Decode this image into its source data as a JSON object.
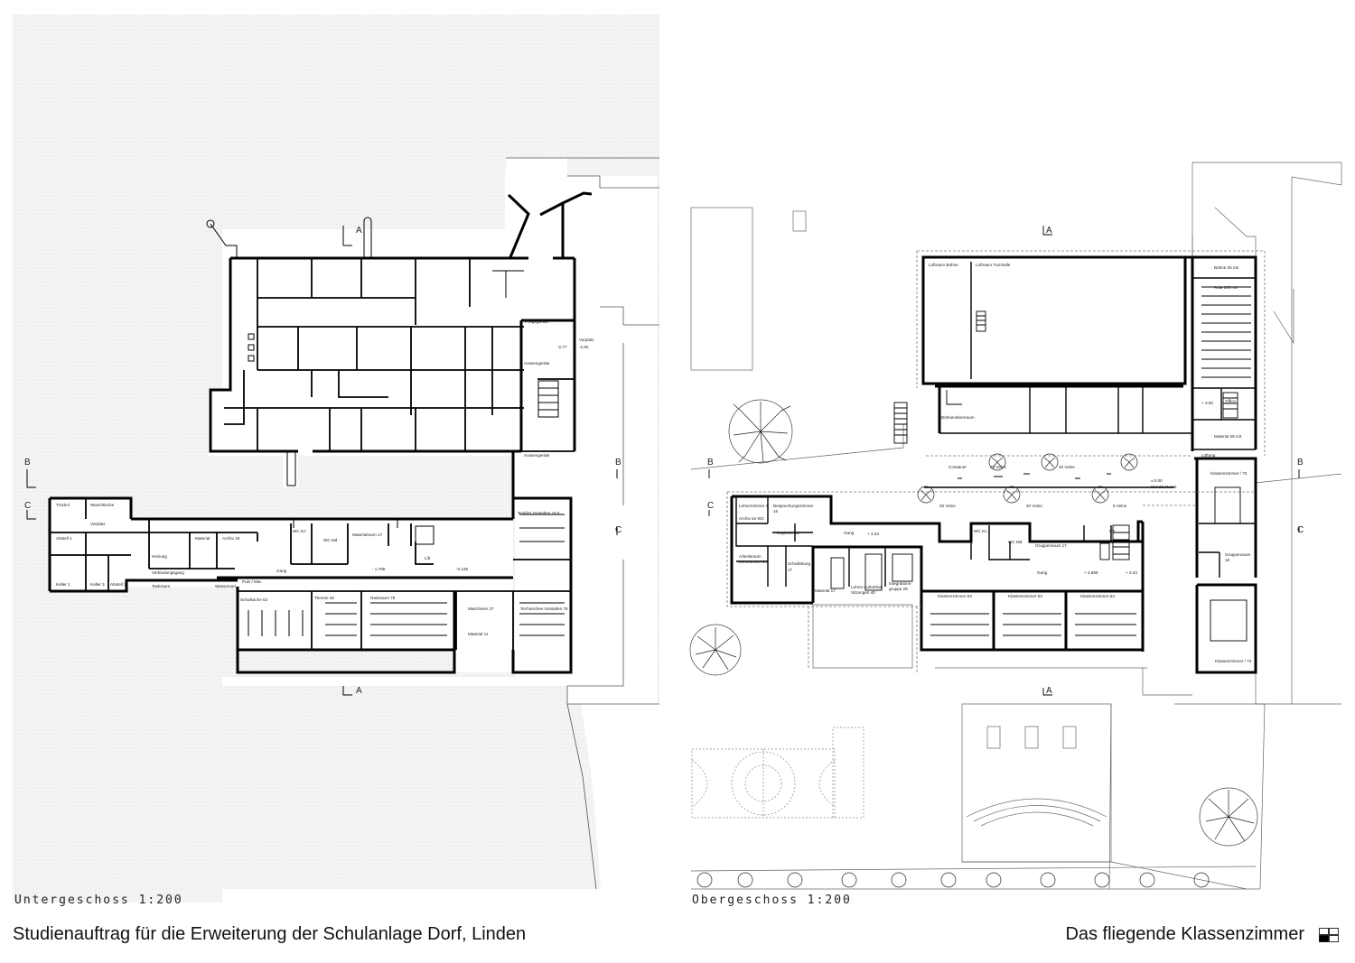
{
  "sheet": {
    "title": "Studienauftrag für die Erweiterung der Schulanlage Dorf, Linden",
    "project": "Das fliegende Klassenzimmer"
  },
  "plans": [
    {
      "caption": "Untergeschoss 1:200",
      "section_marks": [
        "A",
        "A",
        "B",
        "B",
        "C",
        "C"
      ],
      "rooms": [
        {
          "label": "Pflegegeräte"
        },
        {
          "label": "Vorplatz"
        },
        {
          "label": "-2.77"
        },
        {
          "label": "-2.82"
        },
        {
          "label": "Aussengeräte"
        },
        {
          "label": "Aussengeräte"
        },
        {
          "label": "Tröckni"
        },
        {
          "label": "Waschküche"
        },
        {
          "label": "Vorplatz"
        },
        {
          "label": "Abstell 1"
        },
        {
          "label": "Heizung"
        },
        {
          "label": "Material"
        },
        {
          "label": "Archiv 18"
        },
        {
          "label": "WC Kn"
        },
        {
          "label": "WC Md"
        },
        {
          "label": "Materialraum 17"
        },
        {
          "label": "Textiles Gestalten 74.5"
        },
        {
          "label": "Verbindungsgang"
        },
        {
          "label": "Gang"
        },
        {
          "label": "Keller 1"
        },
        {
          "label": "Keller 3"
        },
        {
          "label": "Abstell 2"
        },
        {
          "label": "Tankraum"
        },
        {
          "label": "Wasserverl."
        },
        {
          "label": "Putz / Mat."
        },
        {
          "label": "- 1.785"
        },
        {
          "label": "Lift"
        },
        {
          "label": "-0.135"
        },
        {
          "label": "Schulküche 62"
        },
        {
          "label": "Theorie 40"
        },
        {
          "label": "Nassraum 78"
        },
        {
          "label": "Maschinen 27"
        },
        {
          "label": "Material 11"
        },
        {
          "label": "Technisches Gestalten 78"
        }
      ]
    },
    {
      "caption": "Obergeschoss 1:200",
      "section_marks": [
        "A",
        "A",
        "B",
        "B",
        "C",
        "C"
      ],
      "rooms": [
        {
          "label": "Luftraum Bühne"
        },
        {
          "label": "Luftraum Turnhalle"
        },
        {
          "label": "Bühne 25 m2"
        },
        {
          "label": "Aula 100 m2"
        },
        {
          "label": "Bühnenebenraum"
        },
        {
          "label": "+ 3.00"
        },
        {
          "label": "Office"
        },
        {
          "label": "Material 25 m2"
        },
        {
          "label": "Lüftung"
        },
        {
          "label": "Container"
        },
        {
          "label": "15 Velos"
        },
        {
          "label": "20 Velos"
        },
        {
          "label": "20 Velos"
        },
        {
          "label": "20 Velos"
        },
        {
          "label": "9 Velos"
        },
        {
          "label": "± 0.00"
        },
        {
          "label": "917.26 M.ü.M."
        },
        {
          "label": "Klassenzimmer / 73"
        },
        {
          "label": "Lehrerzimmer 4"
        },
        {
          "label": "Archiv an WC"
        },
        {
          "label": "Besprechungszimmer"
        },
        {
          "label": "15"
        },
        {
          "label": "Kopieren 16"
        },
        {
          "label": "Gang"
        },
        {
          "label": "+ 3.33"
        },
        {
          "label": "WC Kn"
        },
        {
          "label": "WC Md"
        },
        {
          "label": "Gruppenraum 17"
        },
        {
          "label": "Lift"
        },
        {
          "label": "Arbeitsraum"
        },
        {
          "label": "Lehrerinnen 44"
        },
        {
          "label": "Schulleitung"
        },
        {
          "label": "17"
        },
        {
          "label": "Material 17"
        },
        {
          "label": "Lehrer Aufenthalt"
        },
        {
          "label": "Sitzungen 40"
        },
        {
          "label": "Integrations-"
        },
        {
          "label": "gruppe 29"
        },
        {
          "label": "Gang"
        },
        {
          "label": "+ 4.865"
        },
        {
          "label": "+ 3.33"
        },
        {
          "label": "Gruppenraum"
        },
        {
          "label": "18"
        },
        {
          "label": "Klassenzimmer 63"
        },
        {
          "label": "Klassenzimmer 63"
        },
        {
          "label": "Klassenzimmer 63"
        },
        {
          "label": "Klassenzimmer / 73"
        }
      ]
    }
  ]
}
